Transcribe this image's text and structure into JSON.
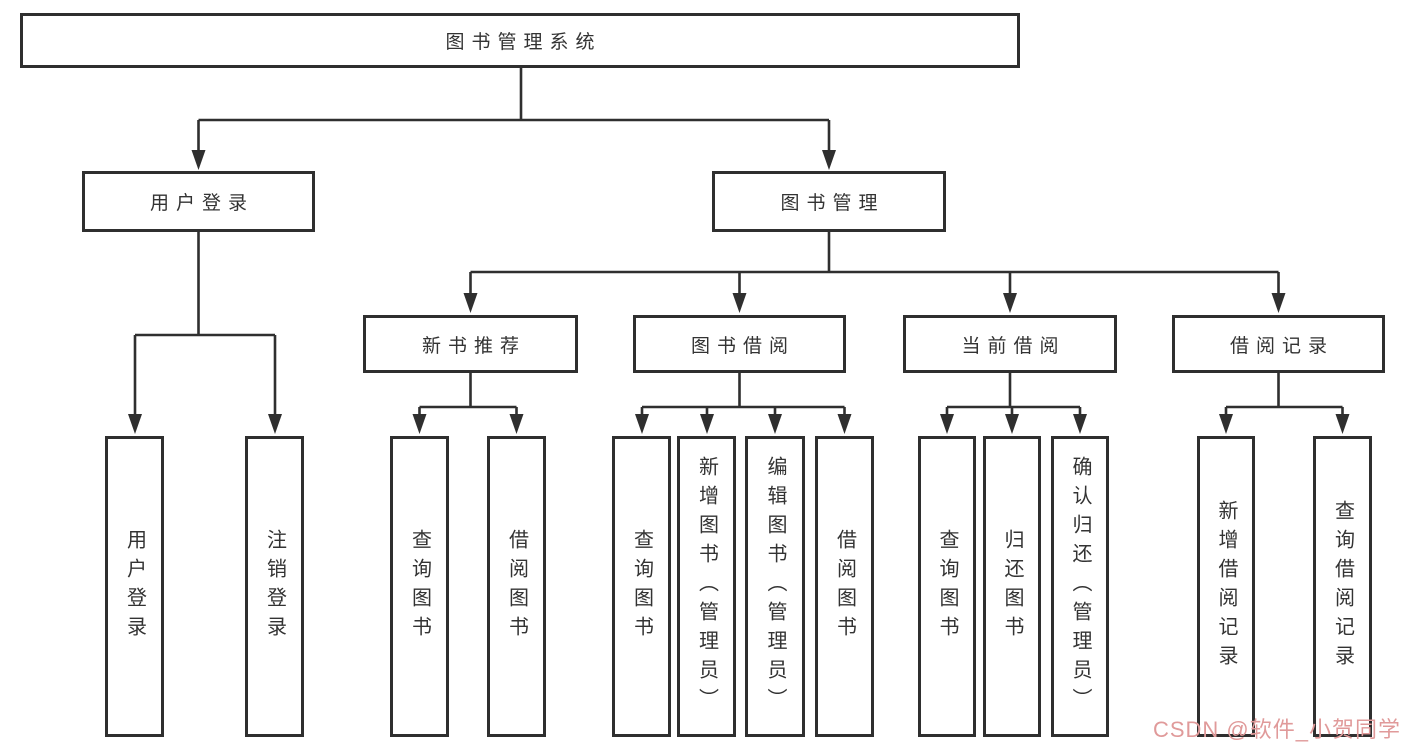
{
  "tree": {
    "root": "图书管理系统",
    "branches": [
      {
        "label": "用户登录",
        "children": [
          "用户登录",
          "注销登录"
        ]
      },
      {
        "label": "图书管理",
        "groups": [
          {
            "label": "新书推荐",
            "children": [
              "查询图书",
              "借阅图书"
            ]
          },
          {
            "label": "图书借阅",
            "children": [
              "查询图书",
              "新增图书（管理员）",
              "编辑图书（管理员）",
              "借阅图书"
            ]
          },
          {
            "label": "当前借阅",
            "children": [
              "查询图书",
              "归还图书",
              "确认归还（管理员）"
            ]
          },
          {
            "label": "借阅记录",
            "children": [
              "新增借阅记录",
              "查询借阅记录"
            ]
          }
        ]
      }
    ]
  },
  "watermark": "CSDN @软件_小贺同学",
  "colors": {
    "line": "#2f2f2f",
    "text": "#333333",
    "watermark": "#e09a9a",
    "background": "#ffffff"
  }
}
